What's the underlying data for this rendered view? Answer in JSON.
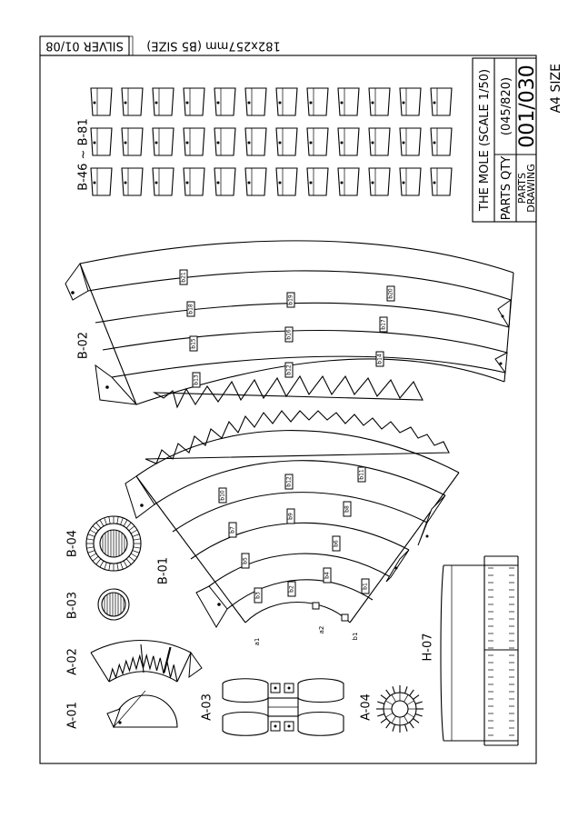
{
  "header": {
    "format": "182x257mm (B5 SIZE)",
    "edition": "SILVER 01/08",
    "paper": "A4 SIZE"
  },
  "title_block": {
    "model": "THE MOLE (SCALE 1/50)",
    "qty_label": "PARTS QTY",
    "qty_value": "(045/820)",
    "drawing_label_1": "PARTS",
    "drawing_label_2": "DRAWING",
    "drawing_value": "001/030"
  },
  "parts": {
    "a01": "A-01",
    "a02": "A-02",
    "a03": "A-03",
    "a04": "A-04",
    "b01": "B-01",
    "b02": "B-02",
    "b03": "B-03",
    "b04": "B-04",
    "b46_81": "B-46 ~ B-81",
    "h07": "H-07"
  },
  "b01_labels": [
    "b1",
    "b2",
    "b3",
    "b4",
    "b5",
    "b6",
    "b7",
    "b8",
    "b9",
    "b10",
    "b11",
    "b12"
  ],
  "b01_points": [
    "a1",
    "a2",
    "b1"
  ],
  "b02_labels": [
    "b12",
    "b13",
    "b14",
    "b15",
    "b16",
    "b17",
    "b18",
    "b19",
    "b20",
    "b21"
  ],
  "card_grid": {
    "rows": 3,
    "cols": 12
  }
}
